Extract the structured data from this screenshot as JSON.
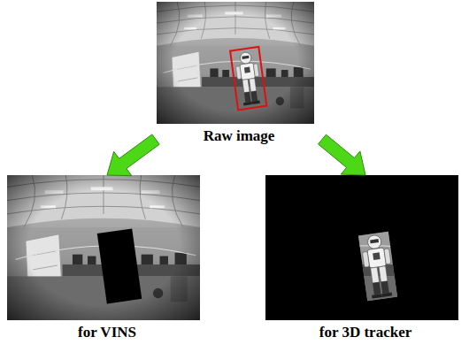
{
  "diagram": {
    "nodes": [
      {
        "text": [
          "Raw image"
        ]
      },
      {
        "text": [
          "for VINS"
        ]
      },
      {
        "text": [
          "for 3D tracker"
        ]
      }
    ],
    "edges": [
      {
        "from": 0,
        "to": 1,
        "arrow": "to"
      },
      {
        "from": 0,
        "to": 2,
        "arrow": "to"
      }
    ]
  }
}
